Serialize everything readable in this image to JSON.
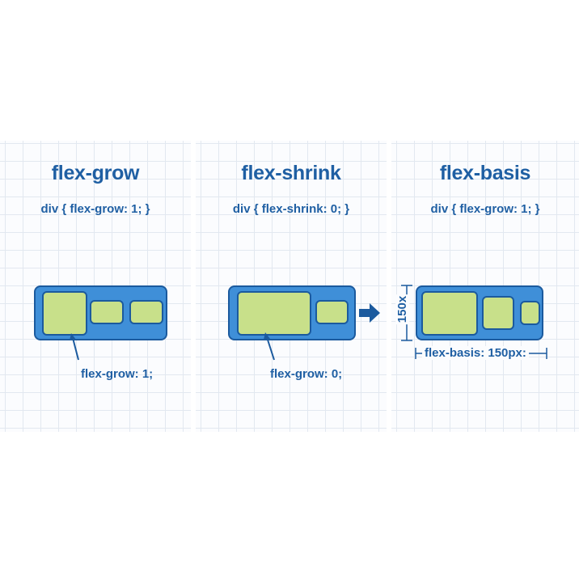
{
  "panels": [
    {
      "title": "flex-grow",
      "code": "div { flex-grow: 1; }",
      "annotation": "flex-grow: 1;"
    },
    {
      "title": "flex-shrink",
      "code": "div { flex-shrink: 0; }",
      "annotation": "flex-grow: 0;"
    },
    {
      "title": "flex-basis",
      "code": "div { flex-grow: 1; }",
      "annotation": "flex-basis: 150px:",
      "height_label": "150x"
    }
  ],
  "colors": {
    "title": "#1f5fa3",
    "container": "#3f8fd8",
    "container_border": "#1b5a9e",
    "item": "#c8e08a",
    "grid": "#e2e8f0"
  },
  "icons": [
    "arrow-right-icon",
    "arrow-right-icon",
    "pointer-line",
    "dimension-bracket"
  ]
}
